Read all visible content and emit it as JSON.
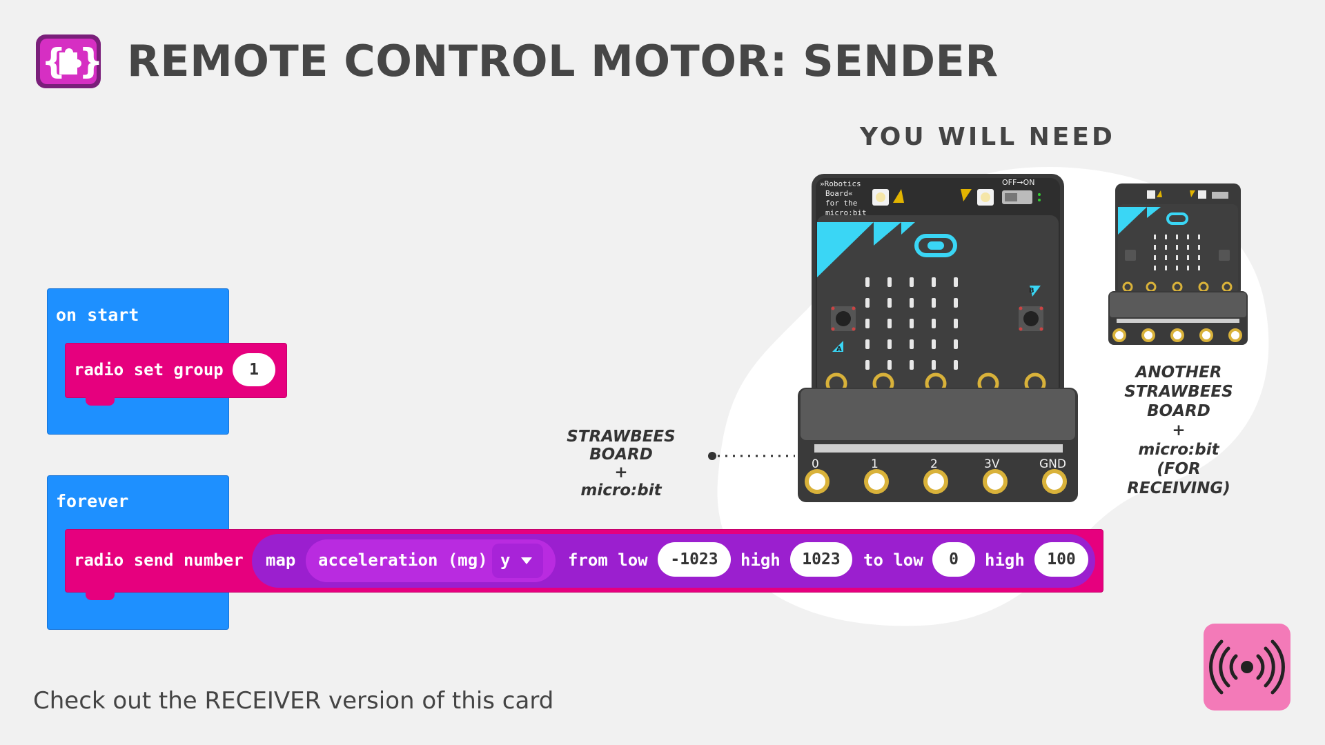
{
  "header": {
    "title": "REMOTE CONTROL MOTOR: SENDER",
    "logo_icon": "puzzle-braces-icon"
  },
  "you_will_need": {
    "heading": "YOU WILL NEED",
    "board_main": {
      "caption_line1": "STRAWBEES BOARD",
      "caption_plus": "+",
      "caption_line2": "micro:bit",
      "silkscreen": "»Robotics Board« for the micro:bit",
      "switch_label": "OFF → ON",
      "button_a": "A",
      "button_b": "B",
      "pins": [
        "0",
        "1",
        "2",
        "3V",
        "GND"
      ]
    },
    "board_second": {
      "caption_line1": "ANOTHER",
      "caption_line2": "STRAWBEES",
      "caption_line3": "BOARD",
      "caption_plus": "+",
      "caption_line4": "micro:bit",
      "caption_line5": "(FOR RECEIVING)"
    }
  },
  "code": {
    "on_start": {
      "hat_label": "on start",
      "block_label": "radio set group",
      "group_value": "1"
    },
    "forever": {
      "hat_label": "forever",
      "send_label": "radio send number",
      "map_label": "map",
      "sensor_label": "acceleration (mg)",
      "axis_value": "y",
      "from_low_label": "from low",
      "from_low_value": "-1023",
      "high_label_1": "high",
      "from_high_value": "1023",
      "to_low_label": "to low",
      "to_low_value": "0",
      "high_label_2": "high",
      "to_high_value": "100"
    }
  },
  "footer": {
    "text": "Check out the RECEIVER version of this card",
    "radio_icon": "radio-broadcast-icon"
  },
  "colors": {
    "blue": "#1e90ff",
    "pink": "#e6007e",
    "purple": "#9b1fcf",
    "board": "#3b3b3b",
    "accent_cyan": "#3ad6f5",
    "accent_gold": "#d9b23a"
  }
}
